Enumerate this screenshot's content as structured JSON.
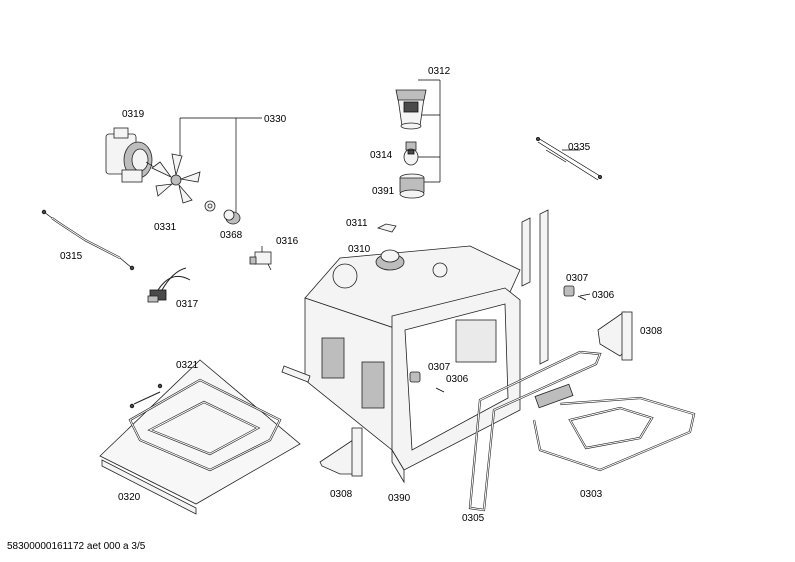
{
  "labels": {
    "p0312": "0312",
    "p0314": "0314",
    "p0391": "0391",
    "p0335": "0335",
    "p0319": "0319",
    "p0330": "0330",
    "p0331": "0331",
    "p0368": "0368",
    "p0316": "0316",
    "p0315": "0315",
    "p0317": "0317",
    "p0311": "0311",
    "p0310": "0310",
    "p0307a": "0307",
    "p0306a": "0306",
    "p0308a": "0308",
    "p0321": "0321",
    "p0307b": "0307",
    "p0306b": "0306",
    "p0320": "0320",
    "p0308b": "0308",
    "p0390": "0390",
    "p0303": "0303",
    "p0305": "0305"
  },
  "footer": "58300000161172 aet 000 a 3/5"
}
